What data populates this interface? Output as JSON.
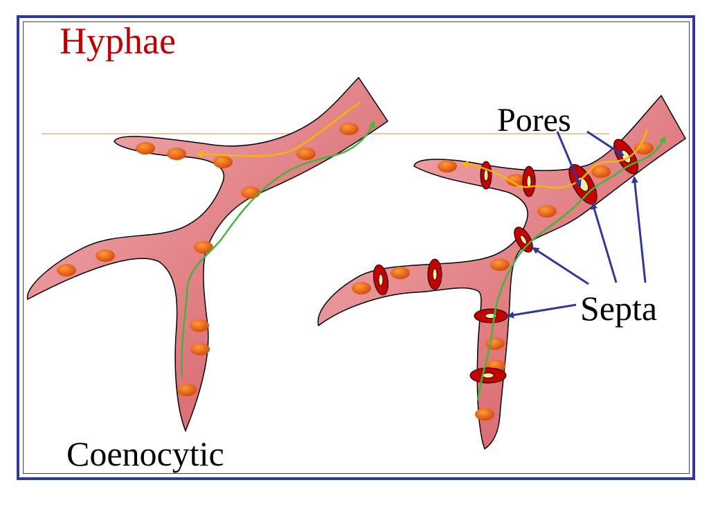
{
  "title": "Hyphae",
  "labels": {
    "coenocytic": "Coenocytic",
    "pores": "Pores",
    "septa": "Septa"
  },
  "colors": {
    "frame": "#2E36A0",
    "title": "#C00000",
    "hypha_fill": "#E8878B",
    "nucleus": "#E25A0E",
    "septum": "#C40000",
    "cytoplasm_flow_yellow": "#F5B700",
    "cytoplasm_flow_green": "#3FB83A",
    "arrow": "#2E36A0"
  }
}
